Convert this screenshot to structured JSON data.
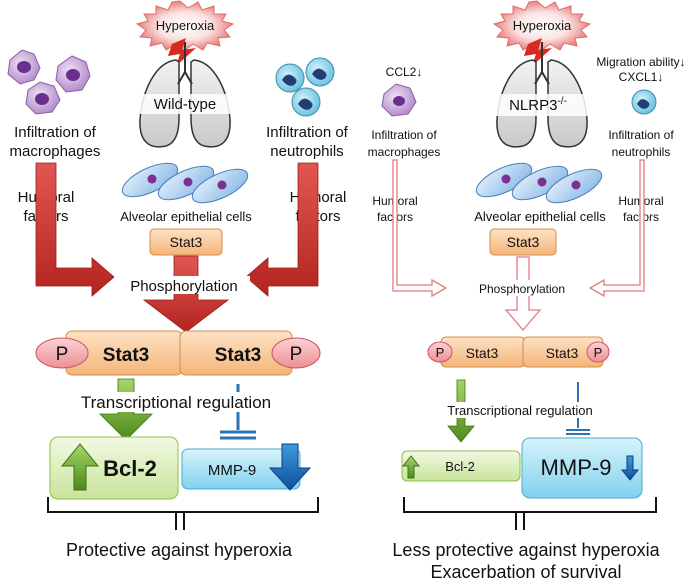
{
  "colors": {
    "red_arrow": "#c8302c",
    "pink_arrow": "#e8898a",
    "stat3_fill": "#f8c99a",
    "phospho_fill": "#f2a8ac",
    "bcl2_fill": "#dff0c0",
    "mmp9_fill": "#a9e3f5",
    "green_arrow": "#5b9b22",
    "blue_arrow": "#1a6fc0",
    "macrophage": "#c8a6d8",
    "neutrophil": "#55b7d4",
    "epithelial": "#a9cdf0"
  },
  "left": {
    "hyperoxia": "Hyperoxia",
    "lung_label": "Wild-type",
    "macrophage_label_1": "Infiltration of",
    "macrophage_label_2": "macrophages",
    "neutrophil_label_1": "Infiltration of",
    "neutrophil_label_2": "neutrophils",
    "epithelial_label": "Alveolar epithelial cells",
    "humoral_1_line1": "Humoral",
    "humoral_1_line2": "factors",
    "humoral_2_line1": "Humoral",
    "humoral_2_line2": "factors",
    "stat3": "Stat3",
    "phosphorylation": "Phosphorylation",
    "p_left": "P",
    "p_right": "P",
    "stat3_dimer_left": "Stat3",
    "stat3_dimer_right": "Stat3",
    "transcriptional": "Transcriptional regulation",
    "bcl2": "Bcl-2",
    "mmp9": "MMP-9",
    "conclusion": "Protective against hyperoxia"
  },
  "right": {
    "hyperoxia": "Hyperoxia",
    "lung_label": "NLRP3",
    "lung_label_sup": "-/-",
    "ccl2": "CCL2↓",
    "migration": "Migration ability↓",
    "cxcl1": "CXCL1↓",
    "macrophage_label_1": "Infiltration of",
    "macrophage_label_2": "macrophages",
    "neutrophil_label_1": "Infiltration of",
    "neutrophil_label_2": "neutrophils",
    "epithelial_label": "Alveolar epithelial cells",
    "humoral_1_line1": "Humoral",
    "humoral_1_line2": "factors",
    "humoral_2_line1": "Humoral",
    "humoral_2_line2": "factors",
    "stat3": "Stat3",
    "phosphorylation": "Phosphorylation",
    "p_left": "P",
    "p_right": "P",
    "stat3_dimer_left": "Stat3",
    "stat3_dimer_right": "Stat3",
    "transcriptional": "Transcriptional regulation",
    "bcl2": "Bcl-2",
    "mmp9": "MMP-9",
    "conclusion_1": "Less protective against hyperoxia",
    "conclusion_2": "Exacerbation of survival"
  }
}
